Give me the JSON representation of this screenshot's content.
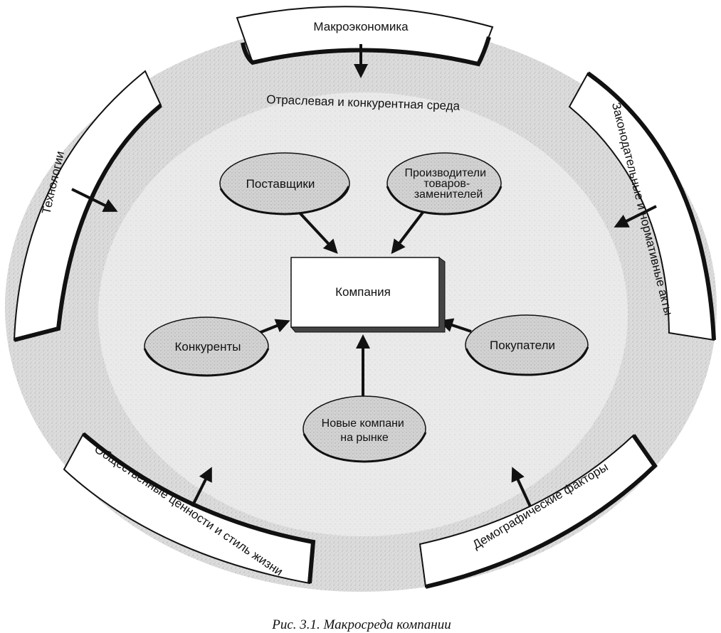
{
  "diagram": {
    "industry_label": "Отраслевая и конкурентная среда",
    "center": "Компания",
    "ellipses": {
      "suppliers": [
        "Поставщики"
      ],
      "substitutes": [
        "Производители",
        "товаров-",
        "заменителей"
      ],
      "competitors": [
        "Конкуренты"
      ],
      "buyers": [
        "Покупатели"
      ],
      "new_entrants": [
        "Новые компани",
        "на рынке"
      ]
    },
    "macro_forces": {
      "macroeconomics": "Макроэкономика",
      "technology": "Технологии",
      "legislation": "Законодательные и нормативные акты",
      "social": "Общественные ценности и стиль жизни",
      "demographic": "Демографические факторы"
    }
  },
  "caption": "Рис. 3.1. Макросреда компании",
  "colors": {
    "ink": "#111111",
    "outer_fill": "#d9d9d9",
    "inner_fill": "#e8e8e8",
    "paper": "#ffffff"
  }
}
